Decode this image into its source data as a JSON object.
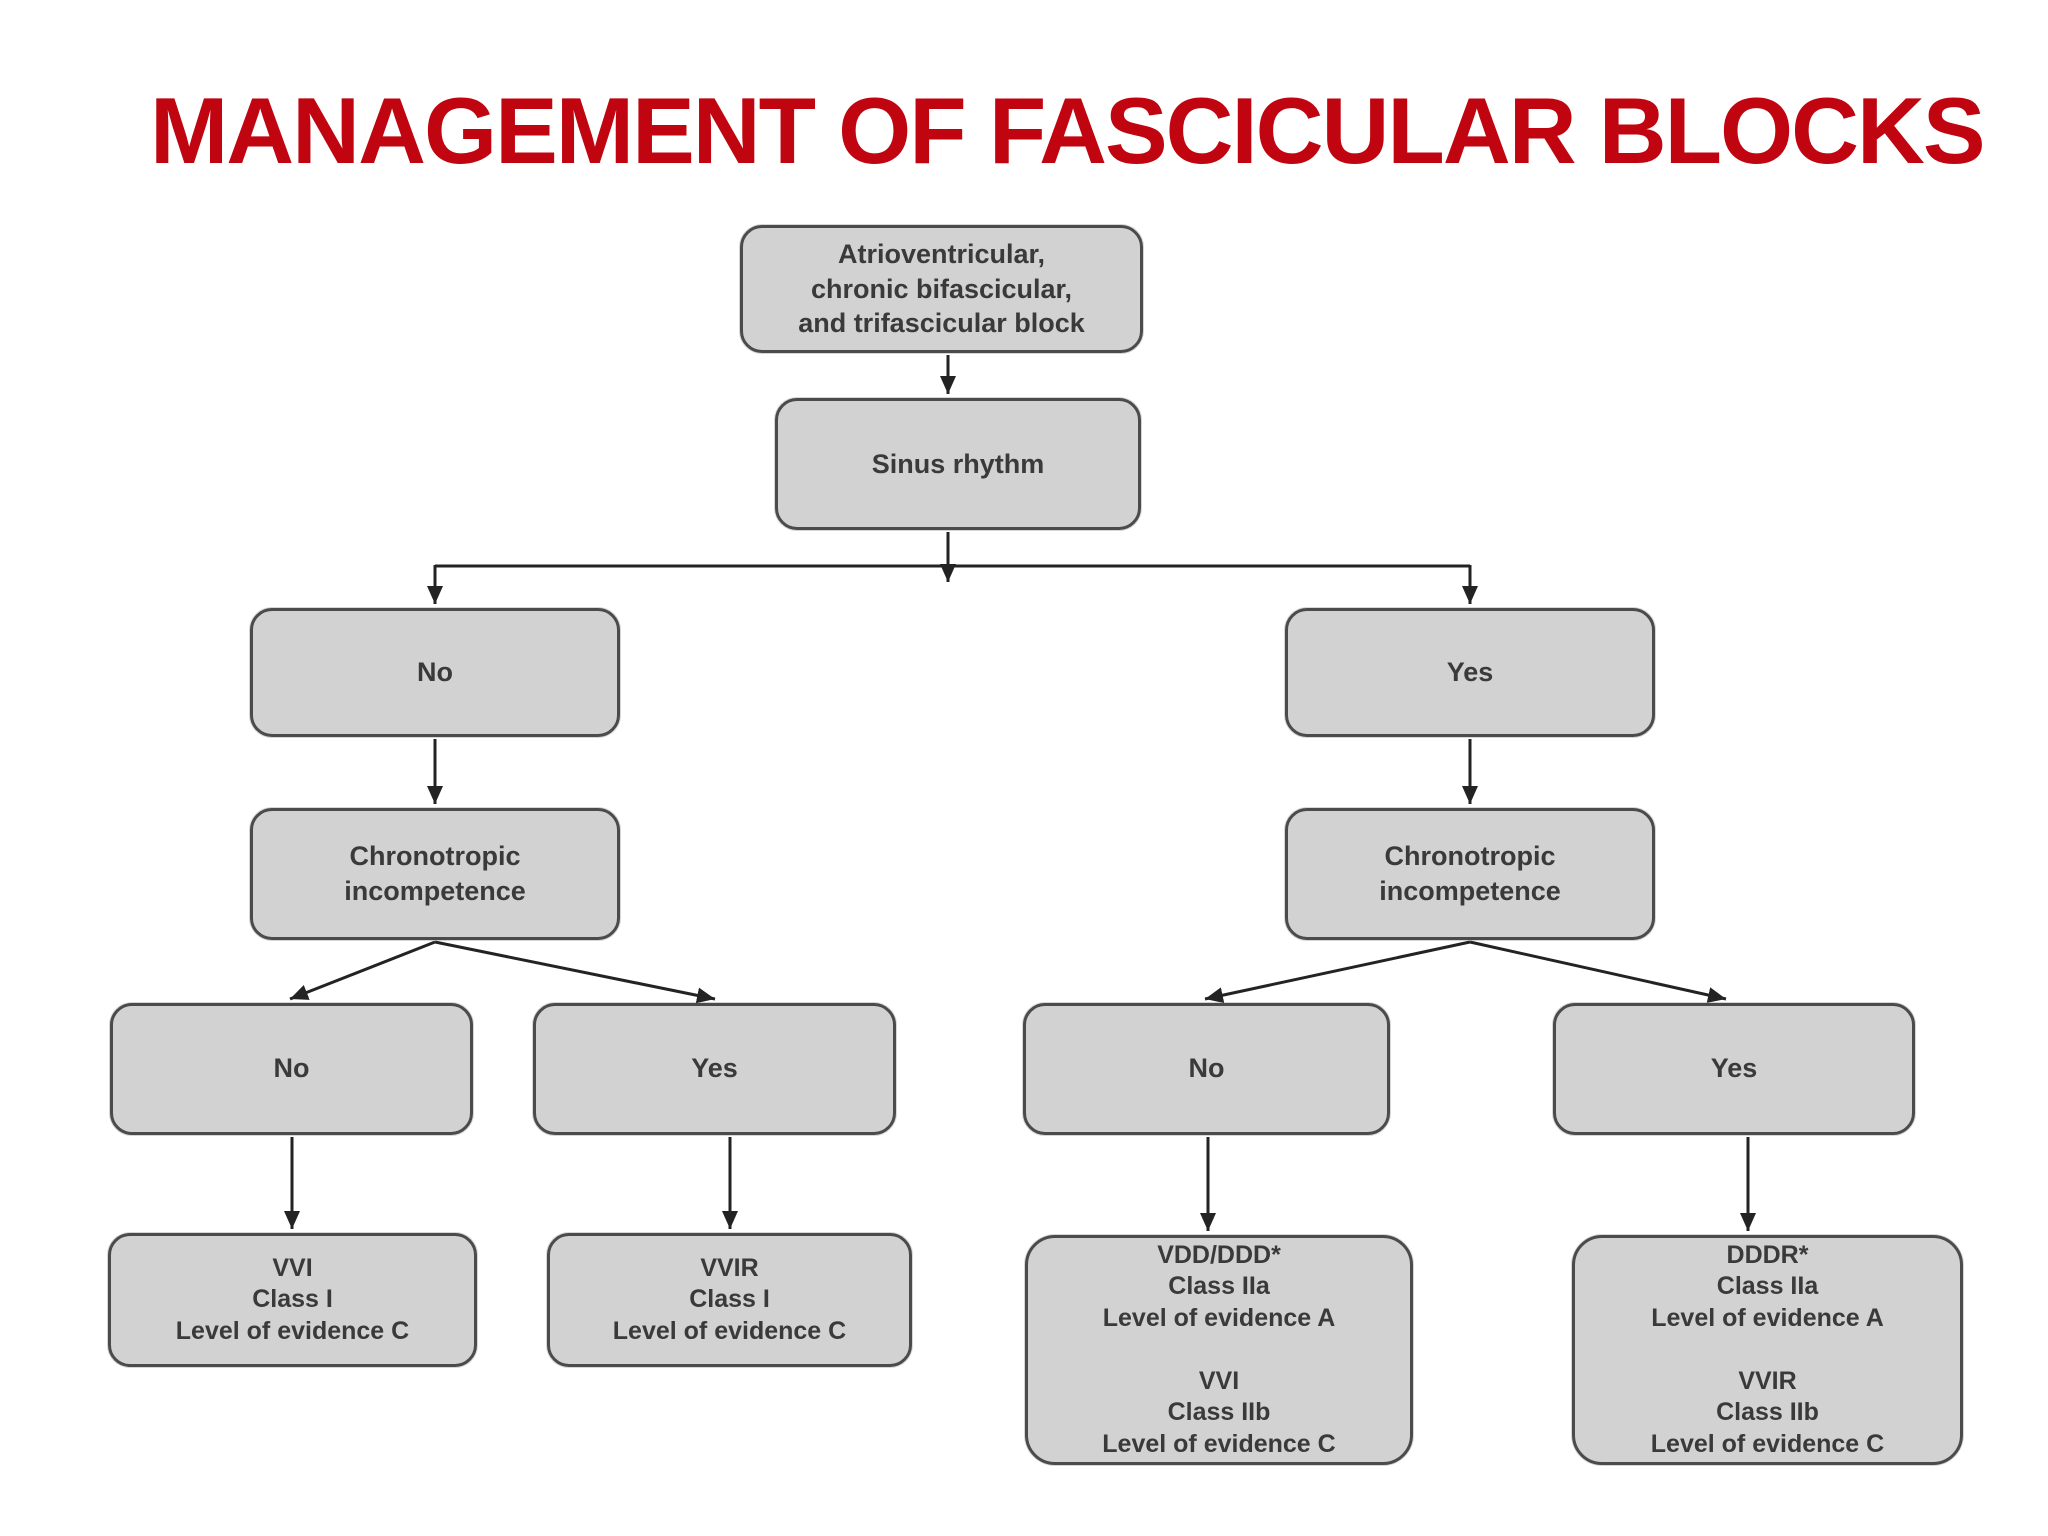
{
  "slide": {
    "title": "MANAGEMENT OF FASCICULAR BLOCKS",
    "title_color": "#c00511"
  },
  "flowchart": {
    "style": {
      "box_fill": "#d2d2d2",
      "box_border": "#4b4b4b",
      "line_color": "#232323",
      "text_color": "#3a3a3a"
    },
    "nodes": {
      "root": {
        "text": "Atrioventricular,\nchronic bifascicular,\nand trifascicular block"
      },
      "sinus": {
        "text": "Sinus rhythm"
      },
      "sr_no": {
        "text": "No"
      },
      "sr_yes": {
        "text": "Yes"
      },
      "chrono_l": {
        "text": "Chronotropic\nincompetence"
      },
      "chrono_r": {
        "text": "Chronotropic\nincompetence"
      },
      "ci_no_l": {
        "text": "No"
      },
      "ci_yes_l": {
        "text": "Yes"
      },
      "ci_no_r": {
        "text": "No"
      },
      "ci_yes_r": {
        "text": "Yes"
      },
      "rec_vvi": {
        "text": "VVI\nClass I\nLevel of evidence C"
      },
      "rec_vvir": {
        "text": "VVIR\nClass I\nLevel of evidence C"
      },
      "rec_vddddd": {
        "text": "VDD/DDD*\nClass IIa\nLevel of evidence A\n\nVVI\nClass IIb\nLevel of evidence C"
      },
      "rec_dddr": {
        "text": "DDDR*\nClass IIa\nLevel of evidence A\n\nVVIR\nClass IIb\nLevel of evidence C"
      }
    },
    "edges": [
      {
        "from": "root",
        "to": "sinus"
      },
      {
        "from": "sinus",
        "to": "sr_no"
      },
      {
        "from": "sinus",
        "to": "sr_yes"
      },
      {
        "from": "sr_no",
        "to": "chrono_l"
      },
      {
        "from": "sr_yes",
        "to": "chrono_r"
      },
      {
        "from": "chrono_l",
        "to": "ci_no_l"
      },
      {
        "from": "chrono_l",
        "to": "ci_yes_l"
      },
      {
        "from": "chrono_r",
        "to": "ci_no_r"
      },
      {
        "from": "chrono_r",
        "to": "ci_yes_r"
      },
      {
        "from": "ci_no_l",
        "to": "rec_vvi"
      },
      {
        "from": "ci_yes_l",
        "to": "rec_vvir"
      },
      {
        "from": "ci_no_r",
        "to": "rec_vddddd"
      },
      {
        "from": "ci_yes_r",
        "to": "rec_dddr"
      }
    ]
  }
}
